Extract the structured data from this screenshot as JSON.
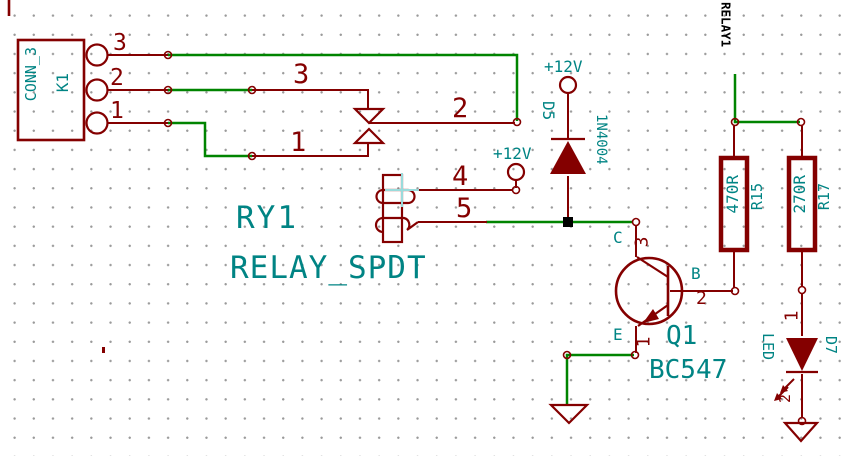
{
  "colors": {
    "wire_red": "#840000",
    "wire_green": "#008400",
    "text_cyan": "#008484",
    "label_black": "#000000",
    "bg": "#ffffff",
    "grid_dot": "#9a9a9a",
    "cursor": "#9adbdb"
  },
  "net_labels": {
    "relay1": "RELAY1"
  },
  "power": {
    "relay_coil": "+12V",
    "d5_top": "+12V"
  },
  "components": {
    "k1": {
      "ref": "K1",
      "value": "CONN_3",
      "pins": {
        "p3": "3",
        "p2": "2",
        "p1": "1"
      }
    },
    "ry1": {
      "ref": "RY1",
      "value": "RELAY_SPDT",
      "pins": {
        "p3": "3",
        "p1": "1",
        "p2": "2",
        "p4": "4",
        "p5": "5"
      }
    },
    "d5": {
      "ref": "D5",
      "value": "1N4004"
    },
    "q1": {
      "ref": "Q1",
      "value": "BC547",
      "pins": {
        "collector_letter": "C",
        "collector_num": "3",
        "base_letter": "B",
        "base_num": "2",
        "emitter_letter": "E",
        "emitter_num": "1"
      }
    },
    "r15": {
      "ref": "R15",
      "value": "470R"
    },
    "r17": {
      "ref": "R17",
      "value": "270R"
    },
    "d7": {
      "ref": "D7",
      "value": "LED",
      "pins": {
        "p1": "1",
        "p2": "2"
      }
    }
  }
}
